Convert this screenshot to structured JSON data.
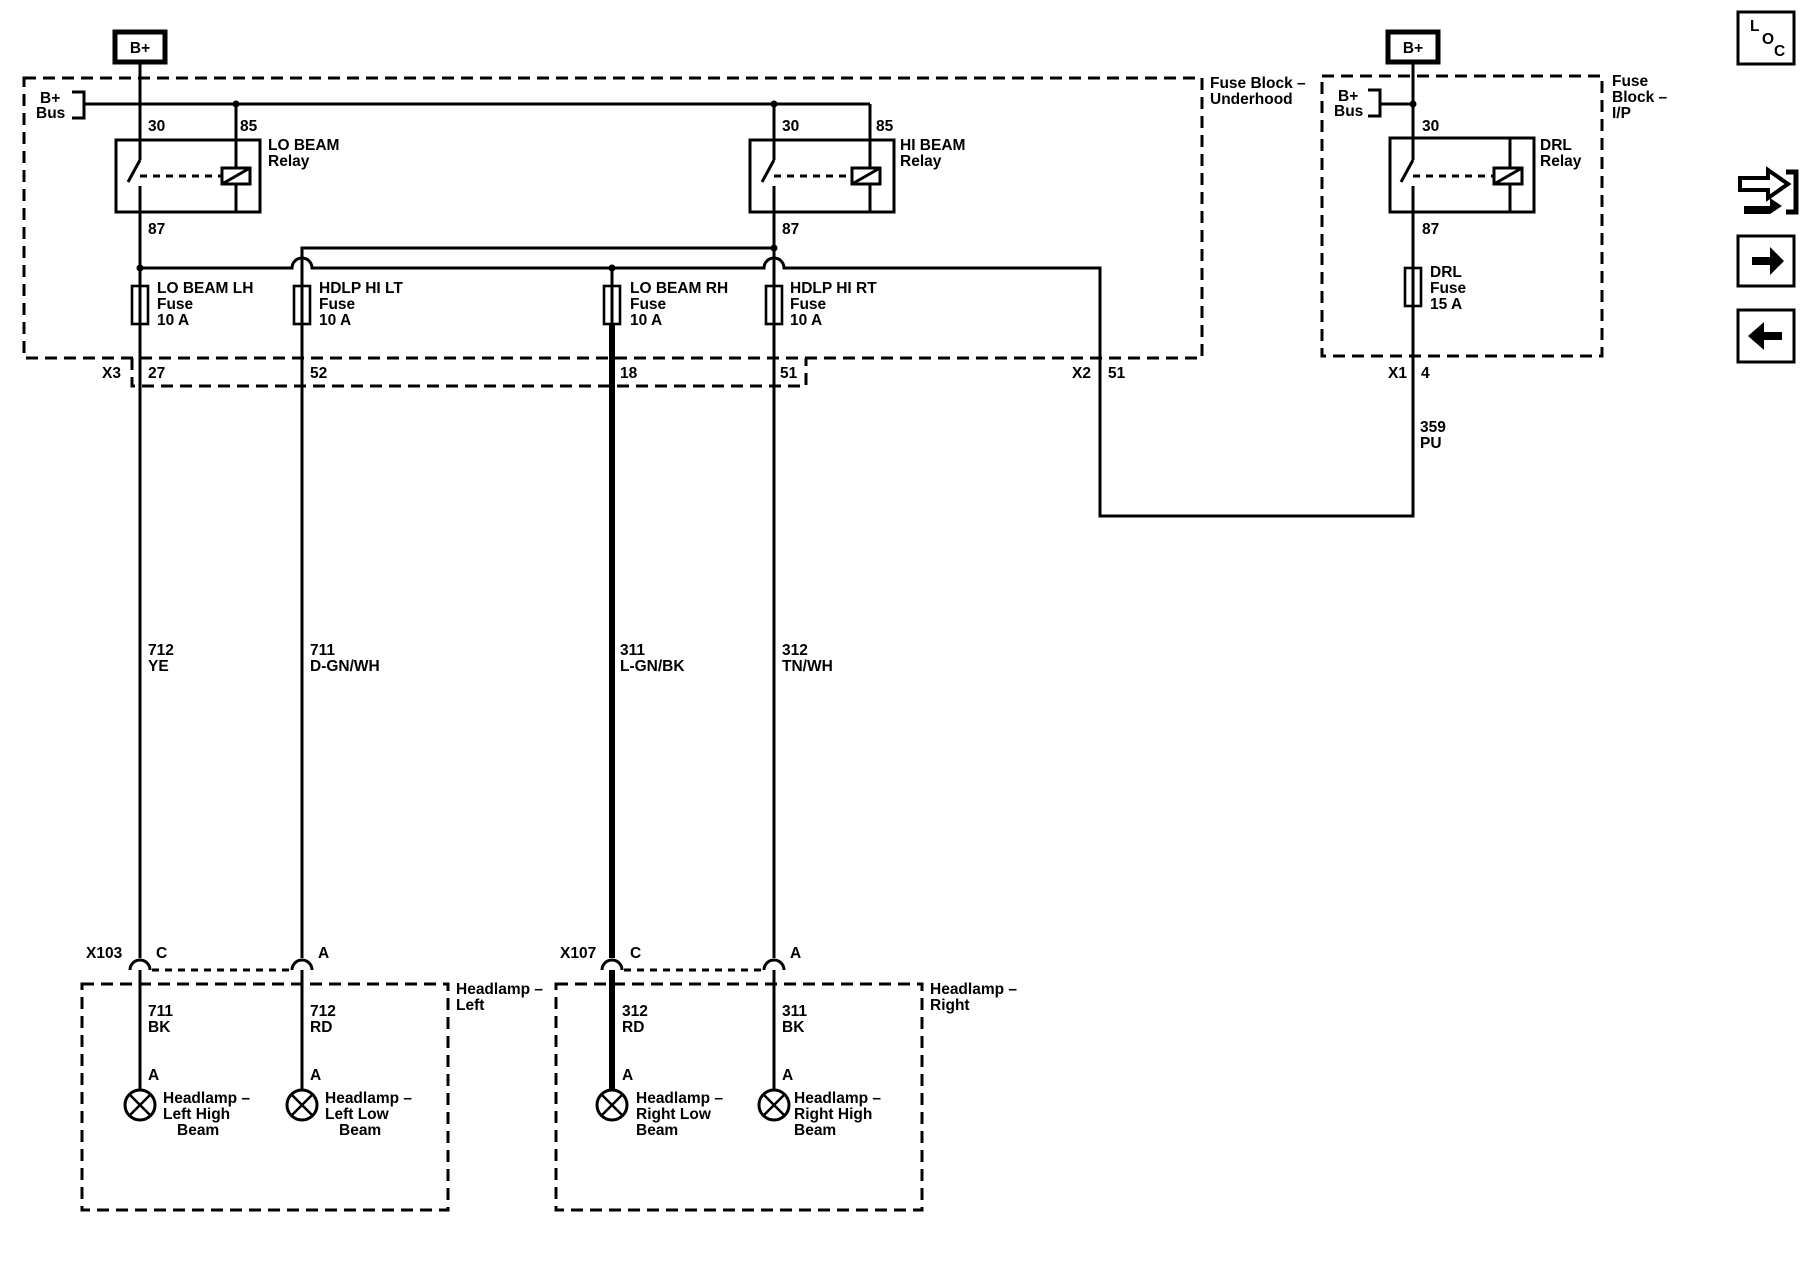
{
  "power": {
    "b_plus": "B+",
    "b_plus_bus": [
      "B+",
      "Bus"
    ]
  },
  "fuse_block_underhood": {
    "label": [
      "Fuse Block –",
      "Underhood"
    ],
    "lo_beam_relay": {
      "name": [
        "LO BEAM",
        "Relay"
      ],
      "pins": [
        "30",
        "85",
        "87"
      ]
    },
    "hi_beam_relay": {
      "name": [
        "HI BEAM",
        "Relay"
      ],
      "pins": [
        "30",
        "85",
        "87"
      ]
    },
    "fuses": [
      {
        "lines": [
          "LO BEAM LH",
          "Fuse",
          "10 A"
        ]
      },
      {
        "lines": [
          "HDLP HI LT",
          "Fuse",
          "10 A"
        ]
      },
      {
        "lines": [
          "LO BEAM RH",
          "Fuse",
          "10 A"
        ]
      },
      {
        "lines": [
          "HDLP HI RT",
          "Fuse",
          "10 A"
        ]
      }
    ],
    "connector_x3": {
      "name": "X3",
      "pins": [
        "27",
        "52",
        "18",
        "51"
      ]
    },
    "connector_x2": {
      "name": "X2",
      "pin": "51"
    }
  },
  "fuse_block_ip": {
    "label": [
      "Fuse",
      "Block –",
      "I/P"
    ],
    "drl_relay": {
      "name": [
        "DRL",
        "Relay"
      ],
      "pins": [
        "30",
        "87"
      ]
    },
    "drl_fuse": {
      "lines": [
        "DRL",
        "Fuse",
        "15 A"
      ]
    },
    "connector_x1": {
      "name": "X1",
      "pin": "4"
    }
  },
  "wires": [
    {
      "circuit": "712",
      "color": "YE"
    },
    {
      "circuit": "711",
      "color": "D-GN/WH"
    },
    {
      "circuit": "311",
      "color": "L-GN/BK"
    },
    {
      "circuit": "312",
      "color": "TN/WH"
    },
    {
      "circuit": "359",
      "color": "PU"
    }
  ],
  "headlamp_left": {
    "label": [
      "Headlamp –",
      "Left"
    ],
    "connector": {
      "name": "X103",
      "pins": [
        "C",
        "A"
      ]
    },
    "wires": [
      {
        "circuit": "711",
        "color": "BK"
      },
      {
        "circuit": "712",
        "color": "RD"
      }
    ],
    "lamp_pins": [
      "A",
      "A"
    ],
    "lamps": [
      [
        "Headlamp –",
        "Left High",
        "Beam"
      ],
      [
        "Headlamp –",
        "Left Low",
        "Beam"
      ]
    ]
  },
  "headlamp_right": {
    "label": [
      "Headlamp –",
      "Right"
    ],
    "connector": {
      "name": "X107",
      "pins": [
        "C",
        "A"
      ]
    },
    "wires": [
      {
        "circuit": "312",
        "color": "RD"
      },
      {
        "circuit": "311",
        "color": "BK"
      }
    ],
    "lamp_pins": [
      "A",
      "A"
    ],
    "lamps": [
      [
        "Headlamp –",
        "Right Low",
        "Beam"
      ],
      [
        "Headlamp –",
        "Right High",
        "Beam"
      ]
    ]
  },
  "nav": {
    "loc": [
      "L",
      "O",
      "C"
    ],
    "icons": {
      "locator": "locator-icon",
      "connector": "connector-icon",
      "forward": "right-arrow-icon",
      "back": "left-arrow-icon"
    }
  }
}
